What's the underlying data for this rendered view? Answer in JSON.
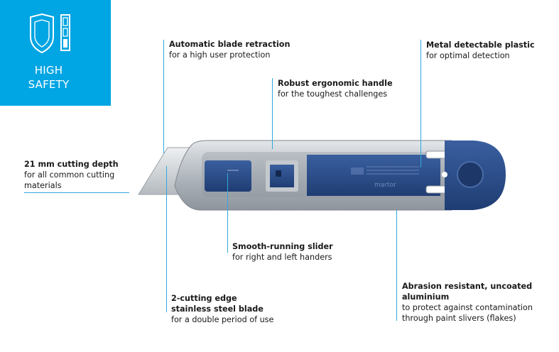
{
  "badge": {
    "line1": "HIGH",
    "line2": "SAFETY",
    "icon": "shield-safety-icon",
    "color": "#00a5e3"
  },
  "annotations": [
    {
      "title": "Automatic blade retraction",
      "desc": [
        "for a high user protection"
      ]
    },
    {
      "title": "Robust ergonomic handle",
      "desc": [
        "for the toughest challenges"
      ]
    },
    {
      "title": "Metal detectable plastic",
      "desc": [
        "for optimal detection"
      ]
    },
    {
      "title": "21 mm cutting depth",
      "desc": [
        "for all common cutting",
        "materials"
      ]
    },
    {
      "title": "Smooth-running slider",
      "desc": [
        "for right and left handers"
      ]
    },
    {
      "title": [
        "2-cutting edge",
        "stainless steel blade"
      ],
      "desc": [
        "for a double period of use"
      ]
    },
    {
      "title": [
        "Abrasion resistant, uncoated",
        "aluminium"
      ],
      "desc": [
        "to protect against contamination",
        "through paint slivers (flakes)"
      ]
    }
  ],
  "product": {
    "brand_text": "martor",
    "accent_color": "#2b4e8c",
    "callout_line_color": "#2fa8dc"
  }
}
